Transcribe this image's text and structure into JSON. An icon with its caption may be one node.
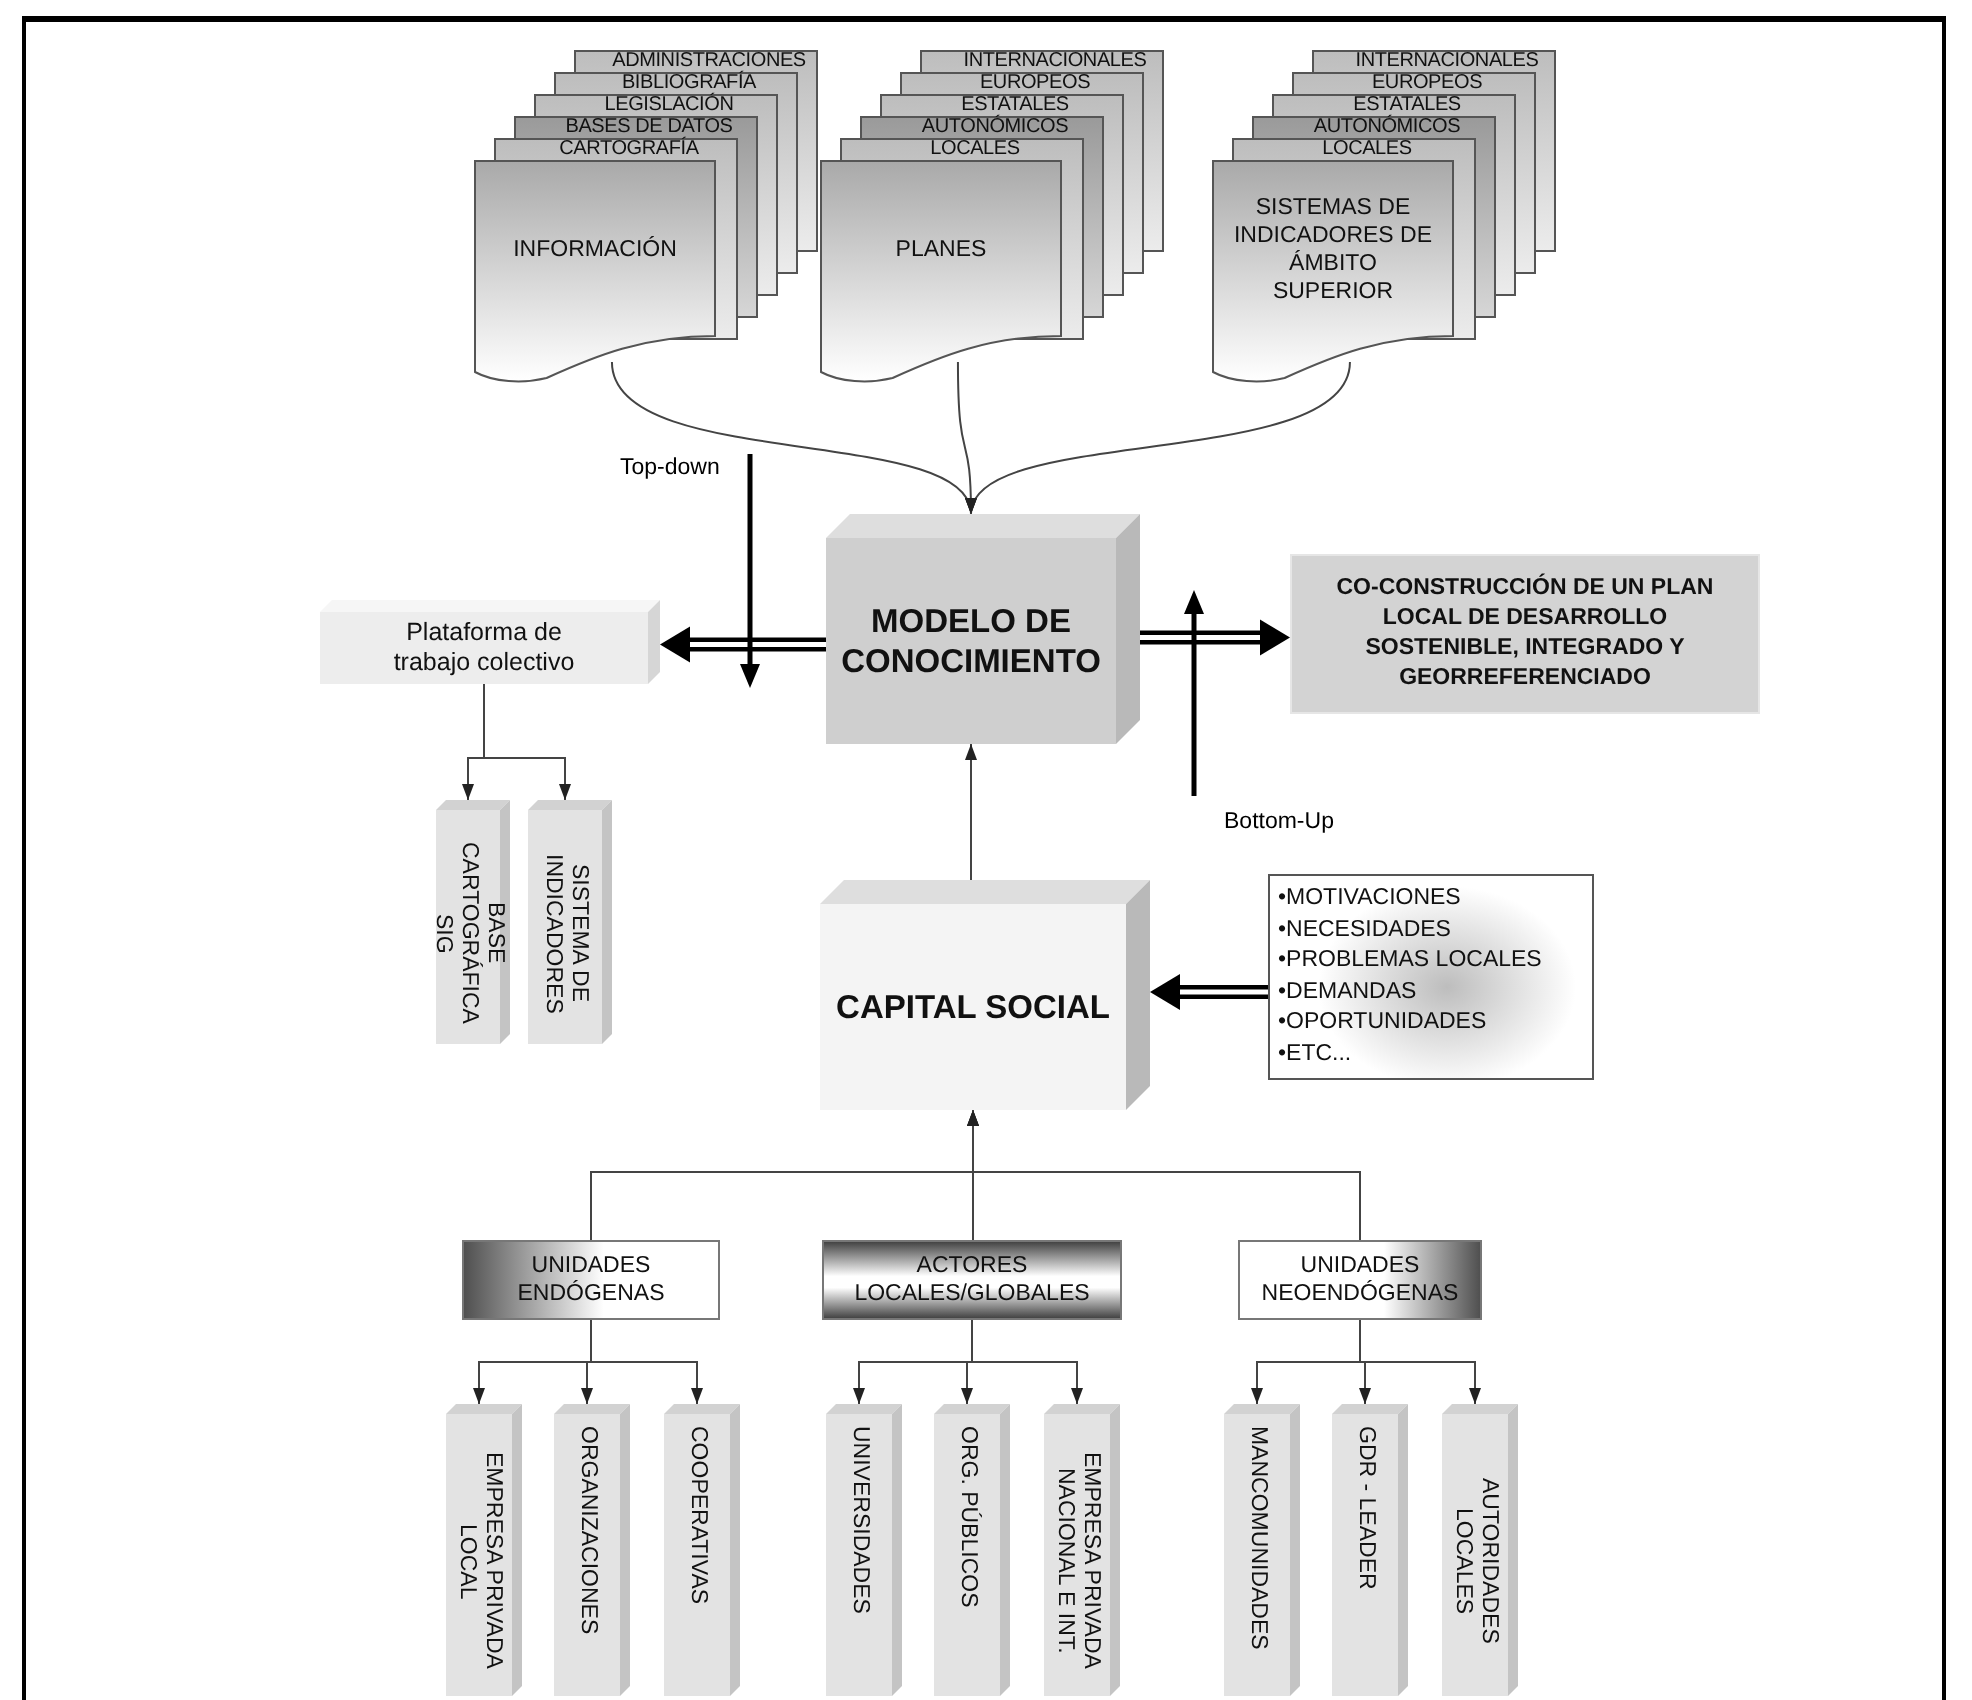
{
  "diagram": {
    "nodes": [
      {
        "text": [
          "ADMINISTRACIONES"
        ]
      },
      {
        "text": [
          "BIBLIOGRAFÍA"
        ]
      },
      {
        "text": [
          "LEGISLACIÓN"
        ]
      },
      {
        "text": [
          "BASES DE DATOS"
        ]
      },
      {
        "text": [
          "CARTOGRAFÍA"
        ]
      },
      {
        "text": [
          "INFORMACIÓN"
        ]
      },
      {
        "text": [
          "INTERNACIONALES"
        ]
      },
      {
        "text": [
          "EUROPEOS"
        ]
      },
      {
        "text": [
          "ESTATALES"
        ]
      },
      {
        "text": [
          "AUTONÓMICOS"
        ]
      },
      {
        "text": [
          "LOCALES"
        ]
      },
      {
        "text": [
          "PLANES"
        ]
      },
      {
        "text": [
          "INTERNACIONALES"
        ]
      },
      {
        "text": [
          "EUROPEOS"
        ]
      },
      {
        "text": [
          "ESTATALES"
        ]
      },
      {
        "text": [
          "AUTONÓMICOS"
        ]
      },
      {
        "text": [
          "LOCALES"
        ]
      },
      {
        "text": [
          "SISTEMAS DE INDICADORES DE ÁMBITO SUPERIOR"
        ]
      },
      {
        "text": [
          "MODELO DE CONOCIMIENTO"
        ]
      },
      {
        "text": [
          "Plataforma de trabajo colectivo"
        ]
      },
      {
        "text": [
          "CO-CONSTRUCCIÓN DE UN PLAN LOCAL DE DESARROLLO SOSTENIBLE, INTEGRADO Y GEORREFERENCIADO"
        ]
      },
      {
        "text": [
          "BASE CARTOGRÁFICA SIG"
        ]
      },
      {
        "text": [
          "SISTEMA DE INDICADORES"
        ]
      },
      {
        "text": [
          "CAPITAL SOCIAL"
        ]
      },
      {
        "text": [
          "•MOTIVACIONES",
          "•NECESIDADES",
          "•PROBLEMAS LOCALES",
          "•DEMANDAS",
          "•OPORTUNIDADES",
          "•ETC..."
        ]
      },
      {
        "text": [
          "UNIDADES ENDÓGENAS"
        ]
      },
      {
        "text": [
          "ACTORES LOCALES/GLOBALES"
        ]
      },
      {
        "text": [
          "UNIDADES NEOENDÓGENAS"
        ]
      },
      {
        "text": [
          "EMPRESA PRIVADA LOCAL"
        ]
      },
      {
        "text": [
          "ORGANIZACIONES"
        ]
      },
      {
        "text": [
          "COOPERATIVAS"
        ]
      },
      {
        "text": [
          "UNIVERSIDADES"
        ]
      },
      {
        "text": [
          "ORG. PÚBLICOS"
        ]
      },
      {
        "text": [
          "EMPRESA PRIVADA NACIONAL E INT."
        ]
      },
      {
        "text": [
          "MANCOMUNIDADES"
        ]
      },
      {
        "text": [
          "GDR - LEADER"
        ]
      },
      {
        "text": [
          "AUTORIDADES LOCALES"
        ]
      }
    ],
    "edges": [
      {
        "from": 5,
        "to": 18,
        "arrow": "to"
      },
      {
        "from": 11,
        "to": 18,
        "arrow": "to"
      },
      {
        "from": 17,
        "to": 18,
        "arrow": "to"
      },
      {
        "from": 18,
        "to": 19,
        "arrow": "to",
        "style": "thick"
      },
      {
        "from": 18,
        "to": 20,
        "arrow": "to",
        "style": "thick"
      },
      {
        "from": 19,
        "to": 21,
        "arrow": "to"
      },
      {
        "from": 19,
        "to": 22,
        "arrow": "to"
      },
      {
        "from": 23,
        "to": 18,
        "arrow": "to"
      },
      {
        "from": 24,
        "to": 23,
        "arrow": "to",
        "style": "thick"
      },
      {
        "from": 25,
        "to": 23,
        "arrow": "to"
      },
      {
        "from": 26,
        "to": 23,
        "arrow": "to"
      },
      {
        "from": 27,
        "to": 23,
        "arrow": "to"
      },
      {
        "from": 25,
        "to": 28,
        "arrow": "to"
      },
      {
        "from": 25,
        "to": 29,
        "arrow": "to"
      },
      {
        "from": 25,
        "to": 30,
        "arrow": "to"
      },
      {
        "from": 26,
        "to": 31,
        "arrow": "to"
      },
      {
        "from": 26,
        "to": 32,
        "arrow": "to"
      },
      {
        "from": 26,
        "to": 33,
        "arrow": "to"
      },
      {
        "from": 27,
        "to": 34,
        "arrow": "to"
      },
      {
        "from": 27,
        "to": 35,
        "arrow": "to"
      },
      {
        "from": 27,
        "to": 36,
        "arrow": "to"
      }
    ],
    "labels": [
      "Top-down",
      "Bottom-Up"
    ]
  }
}
